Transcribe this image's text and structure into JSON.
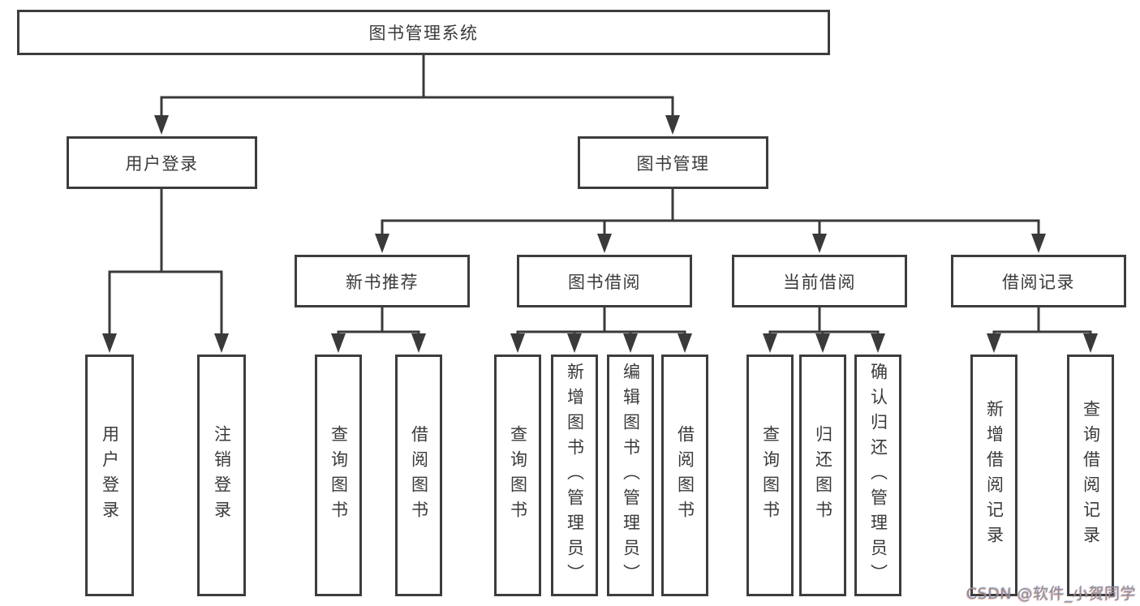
{
  "tree": {
    "root": {
      "label": "图书管理系统"
    },
    "level2": [
      {
        "label": "用户登录",
        "children": [
          {
            "label": "用户登录"
          },
          {
            "label": "注销登录"
          }
        ]
      },
      {
        "label": "图书管理",
        "children": [
          {
            "label": "新书推荐",
            "children": [
              {
                "label": "查询图书"
              },
              {
                "label": "借阅图书"
              }
            ]
          },
          {
            "label": "图书借阅",
            "children": [
              {
                "label": "查询图书"
              },
              {
                "label": "新增图书（管理员）"
              },
              {
                "label": "编辑图书（管理员）"
              },
              {
                "label": "借阅图书"
              }
            ]
          },
          {
            "label": "当前借阅",
            "children": [
              {
                "label": "查询图书"
              },
              {
                "label": "归还图书"
              },
              {
                "label": "确认归还（管理员）"
              }
            ]
          },
          {
            "label": "借阅记录",
            "children": [
              {
                "label": "新增借阅记录"
              },
              {
                "label": "查询借阅记录"
              }
            ]
          }
        ]
      }
    ]
  },
  "watermark": {
    "text": "CSDN @软件_小贺同学"
  },
  "colors": {
    "line": "#3a3a3a",
    "box_border": "#3d3d3d",
    "text": "#3a3a3a",
    "background": "#ffffff",
    "watermark_text": "#8f8f8f"
  }
}
